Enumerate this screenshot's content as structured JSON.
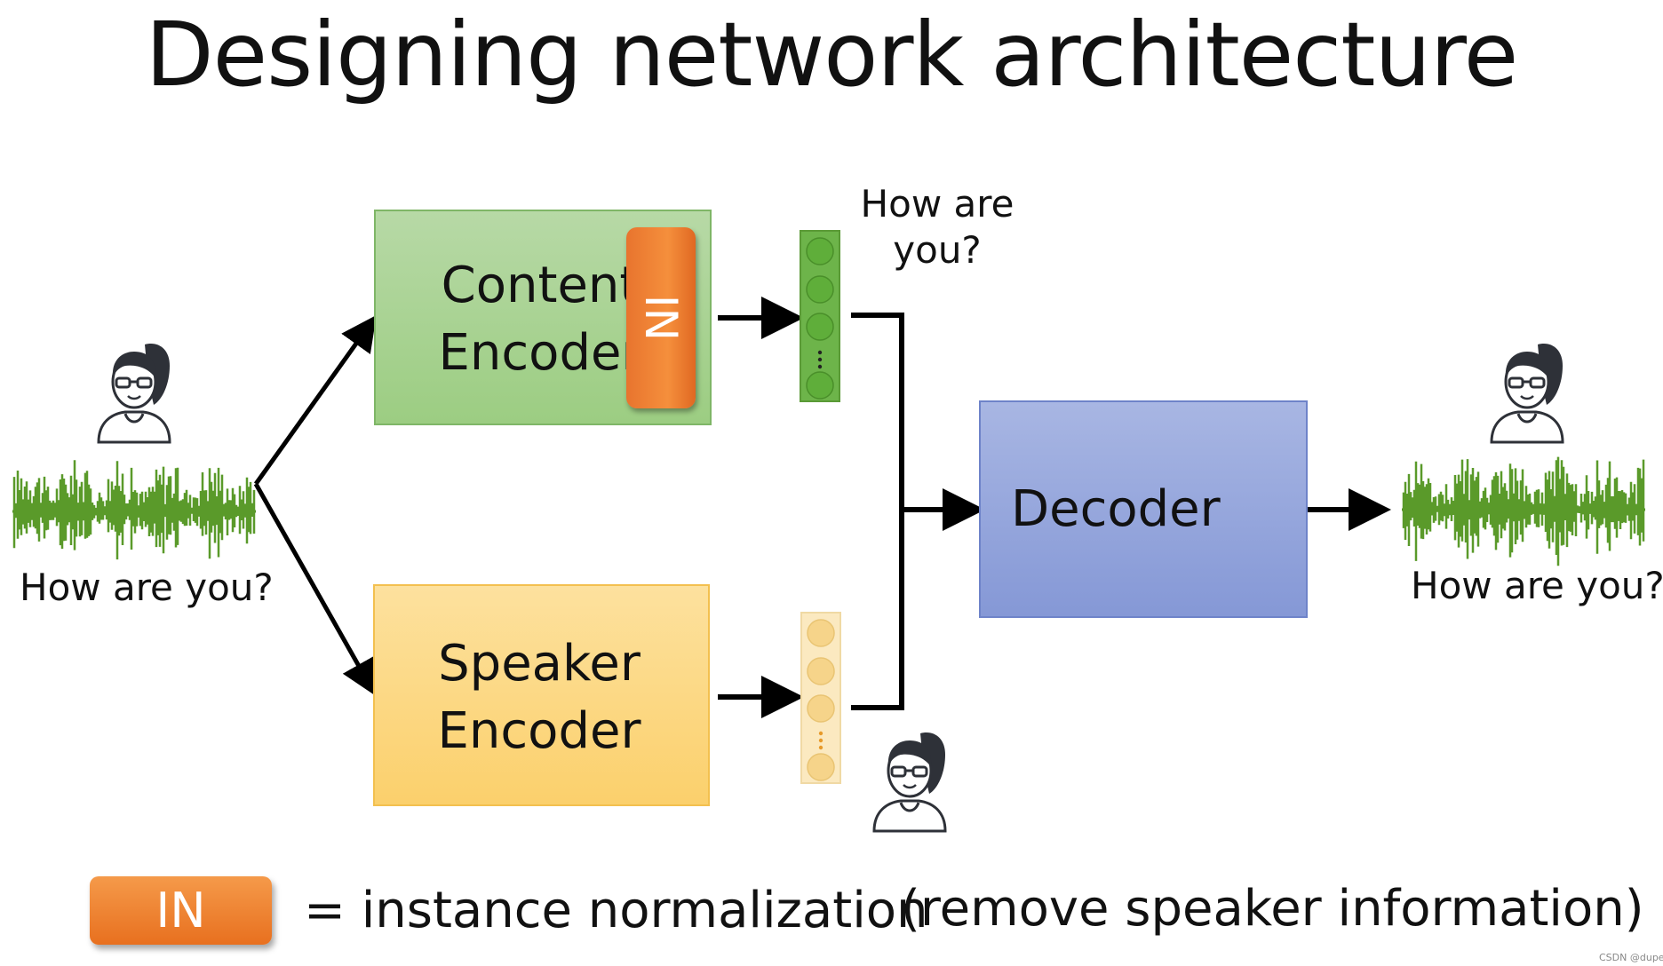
{
  "title": "Designing network architecture",
  "input_utterance": "How are you?",
  "output_utterance": "How are you?",
  "content_encoder": {
    "label": "Content\nEncoder",
    "norm_label": "IN"
  },
  "speaker_encoder": {
    "label": "Speaker\nEncoder"
  },
  "decoder": {
    "label": "Decoder"
  },
  "content_vector_text": "How are\nyou?",
  "legend": {
    "badge": "IN",
    "definition": "= instance normalization",
    "note": "(remove speaker information)"
  },
  "watermark": "CSDN @dupei",
  "colors": {
    "content_box": "#a8d48f",
    "speaker_box": "#fcd885",
    "decoder_box": "#95a6dc",
    "in_badge": "#ee7d2f",
    "waveform": "#5a9a2a",
    "content_dots": "#5fae3a",
    "speaker_dots": "#f6d48a"
  },
  "icons": [
    "waveform-icon",
    "speaker-avatar-icon",
    "arrow-icon"
  ]
}
